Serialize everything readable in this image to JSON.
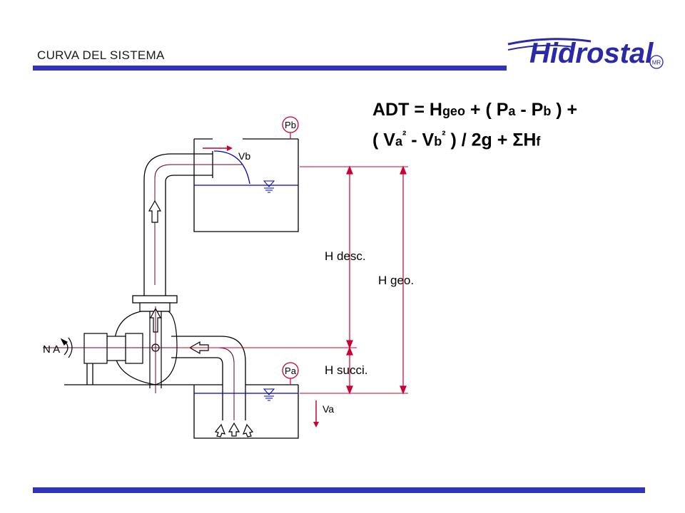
{
  "header": {
    "title": "CURVA DEL SISTEMA"
  },
  "logo": {
    "text": "Hidrostal",
    "mark": "MR"
  },
  "colors": {
    "brand": "#2a2aa8",
    "bar": "#3333b5",
    "water": "#0000cc",
    "dimension": "#cc0033",
    "pipe": "#000000"
  },
  "formula": {
    "line1": {
      "a": "ADT = H",
      "geo": "geo",
      "b": " + ( P",
      "pa": "a",
      "c": " - P",
      "pb": "b",
      "d": " ) +"
    },
    "line2": {
      "a": "( V",
      "va": "a",
      "sq1": "²",
      "b": " - V",
      "vb": "b",
      "sq2": "²",
      "c": " ) / 2g + ",
      "sigma": "Σ",
      "h": "H",
      "f": "f"
    }
  },
  "diagram": {
    "gauge_b": "Pb",
    "gauge_a": "Pa",
    "velocity_b": "Vb",
    "velocity_a": "Va",
    "pump_label": "N A",
    "h_desc": "H desc.",
    "h_geo": "H geo.",
    "h_succi": "H succi."
  }
}
